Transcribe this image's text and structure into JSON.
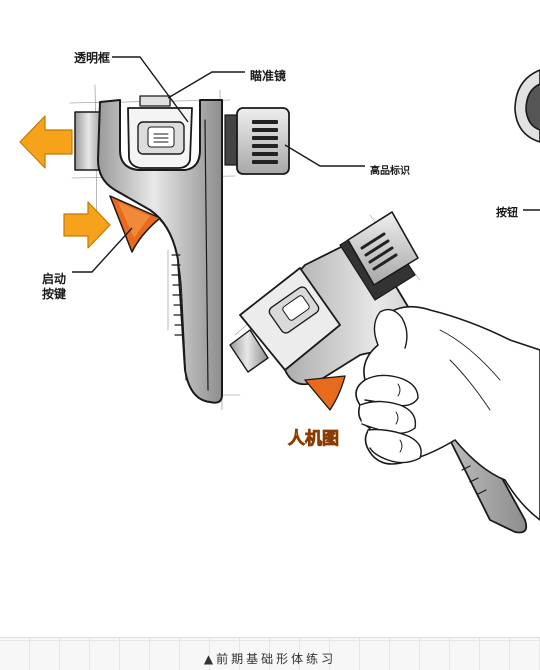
{
  "labels": {
    "transparent_window": "透明框",
    "scope": "瞄准镜",
    "brand_logo": "高品标识",
    "start_button_line1": "启动",
    "start_button_line2": "按键",
    "button": "按钮",
    "ergonomics": "人机图"
  },
  "caption": "▲前期基础形体练习",
  "colors": {
    "arrow_orange": "#f6a21a",
    "trigger_orange": "#e86a1c",
    "ink": "#1a1a1a"
  }
}
